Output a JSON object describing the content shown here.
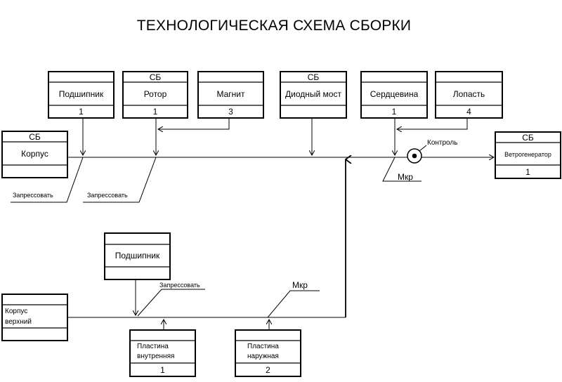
{
  "title": "ТЕХНОЛОГИЧЕСКАЯ СХЕМА СБОРКИ",
  "boxes": {
    "podshipnik_top": {
      "name": "Подшипник",
      "count": "1"
    },
    "rotor": {
      "tag": "СБ",
      "name": "Ротор",
      "count": "1"
    },
    "magnit": {
      "name": "Магнит",
      "count": "3"
    },
    "diodny_most": {
      "tag": "СБ",
      "name": "Диодный мост"
    },
    "serdtsevina": {
      "name": "Сердцевина",
      "count": "1"
    },
    "lopast": {
      "name": "Лопасть",
      "count": "4"
    },
    "korpus": {
      "tag": "СБ",
      "name": "Корпус"
    },
    "vetrogenerator": {
      "tag": "СБ",
      "name": "Ветрогенератор",
      "count": "1"
    },
    "podshipnik_bottom": {
      "name": "Подшипник"
    },
    "korpus_verkhny": {
      "name_line1": "Корпус",
      "name_line2": "верхний"
    },
    "plastina_vnutr": {
      "name_line1": "Пластина",
      "name_line2": "внутренняя",
      "count": "1"
    },
    "plastina_naruzh": {
      "name_line1": "Пластина",
      "name_line2": "наружная",
      "count": "2"
    }
  },
  "operations": {
    "zapressovat_1": "Запрессовать",
    "zapressovat_2": "Запрессовать",
    "zapressovat_3": "Запрессовать",
    "kontrol": "Контроль",
    "mkr_top": "Мкр",
    "mkr_bottom": "Мкр"
  }
}
